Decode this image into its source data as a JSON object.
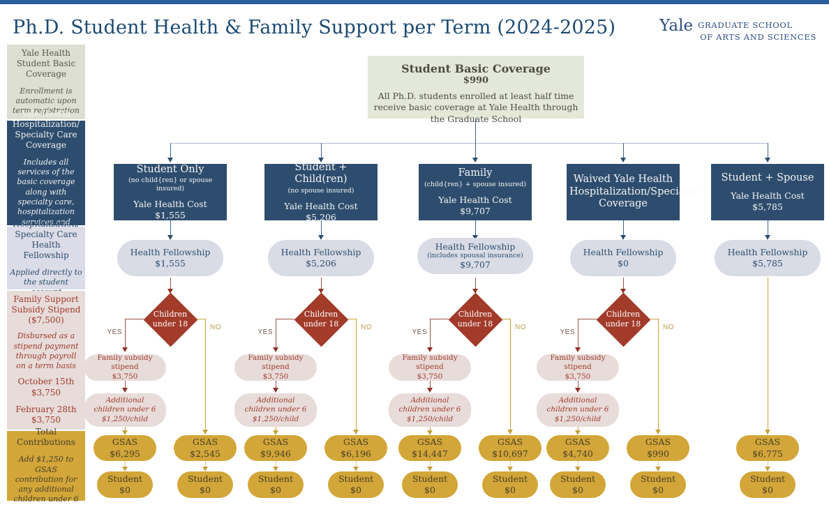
{
  "header": {
    "title": "Ph.D. Student Health & Family Support per Term (2024-2025)",
    "logo_wordmark": "Yale",
    "logo_line1": "GRADUATE SCHOOL",
    "logo_line2": "OF ARTS AND SCIENCES"
  },
  "sidebar": [
    {
      "title": "Yale Health Student Basic Coverage",
      "note": "Enrollment is automatic upon term registration"
    },
    {
      "title": "Yale Health Hospitalization/ Specialty Care Coverage",
      "note": "Includes all services of the basic coverage along with specialty care, hospitalization services and prescription costs"
    },
    {
      "title": "Hospitalization/ Specialty Care Health Fellowship",
      "note": "Applied directly to the student account"
    },
    {
      "title": "Family Support Subsidy Stipend ($7,500)",
      "note": "Disbursed as a stipend payment through payroll on a term basis",
      "payment1_label": "October 15th",
      "payment1_amount": "$3,750",
      "payment2_label": "February 28th",
      "payment2_amount": "$3,750"
    },
    {
      "title": "Total Contributions",
      "note": "Add $1,250 to GSAS contribution for any additional children under 6"
    }
  ],
  "root": {
    "title": "Student Basic Coverage",
    "amount": "$990",
    "body": "All Ph.D. students enrolled at least half time receive basic coverage at Yale Health through the Graduate School"
  },
  "decision": {
    "label": "Children under 18",
    "yes": "YES",
    "no": "NO"
  },
  "stipend": {
    "title": "Family subsidy stipend",
    "amount": "$3,750"
  },
  "additional": "Additional children under 6 $1,250/child",
  "labels": {
    "gsas": "GSAS",
    "student": "Student"
  },
  "columns": [
    {
      "header": {
        "title": "Student Only",
        "subtitle": "(no child{ren} or spouse insured)",
        "cost_label": "Yale Health Cost",
        "cost": "$1,555"
      },
      "fellowship": {
        "label": "Health Fellowship",
        "amount": "$1,555"
      },
      "yes": {
        "gsas": "$6,295",
        "student": "$0"
      },
      "no": {
        "gsas": "$2,545",
        "student": "$0"
      }
    },
    {
      "header": {
        "title": "Student + Child(ren)",
        "subtitle": "(no spouse insured)",
        "cost_label": "Yale Health Cost",
        "cost": "$5,206"
      },
      "fellowship": {
        "label": "Health Fellowship",
        "amount": "$5,206"
      },
      "yes": {
        "gsas": "$9,946",
        "student": "$0"
      },
      "no": {
        "gsas": "$6,196",
        "student": "$0"
      }
    },
    {
      "header": {
        "title": "Family",
        "subtitle": "(child{ren} + spouse insured)",
        "cost_label": "Yale Health Cost",
        "cost": "$9,707"
      },
      "fellowship": {
        "label": "Health Fellowship",
        "note": "(includes spousal insurance)",
        "amount": "$9,707"
      },
      "yes": {
        "gsas": "$14,447",
        "student": "$0"
      },
      "no": {
        "gsas": "$10,697",
        "student": "$0"
      }
    },
    {
      "header": {
        "title": "Waived Yale Health Hospitalization/Specialty Coverage"
      },
      "fellowship": {
        "label": "Health Fellowship",
        "amount": "$0"
      },
      "yes": {
        "gsas": "$4,740",
        "student": "$0"
      },
      "no": {
        "gsas": "$990",
        "student": "$0"
      }
    },
    {
      "header": {
        "title": "Student + Spouse",
        "cost_label": "Yale Health Cost",
        "cost": "$5,785"
      },
      "fellowship": {
        "label": "Health Fellowship",
        "amount": "$5,785"
      },
      "single": {
        "gsas": "$6,775",
        "student": "$0"
      }
    }
  ],
  "colors": {
    "topbar": "#2c5d9f",
    "navy": "#2e4d6e",
    "title_navy": "#1b4a72",
    "diamond_red": "#a23b2a",
    "stipend_red": "#9e3a2b",
    "gold": "#d2a638",
    "sage": "#e4e8d8",
    "lavender": "#d9dce5",
    "pink": "#e8dcda"
  }
}
